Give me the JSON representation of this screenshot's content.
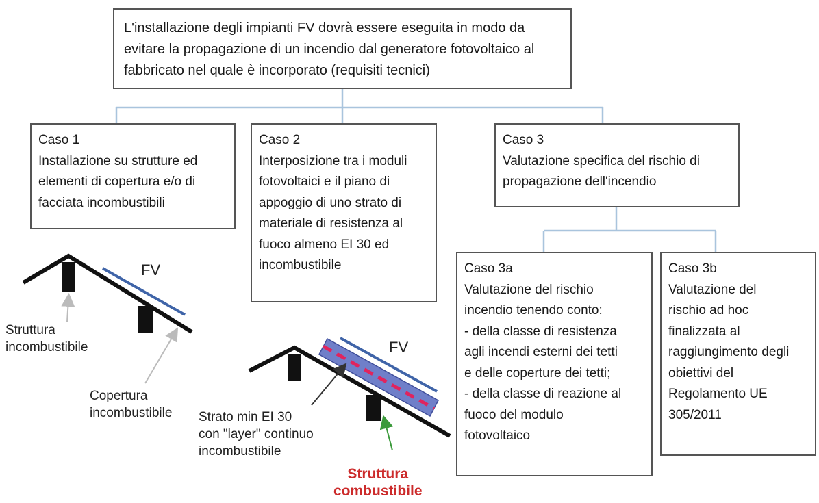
{
  "top_box": {
    "lines": [
      "L'installazione degli impianti FV dovrà essere eseguita in modo da",
      "evitare la propagazione di un incendio dal generatore fotovoltaico al",
      "fabbricato nel quale è incorporato (requisiti tecnici)"
    ]
  },
  "caso1": {
    "title": "Caso 1",
    "lines": [
      "Installazione su strutture ed",
      "elementi di copertura e/o di",
      "facciata incombustibili"
    ]
  },
  "caso2": {
    "title": "Caso 2",
    "lines": [
      "Interposizione tra i moduli",
      "fotovoltaici e il piano di",
      "appoggio di uno strato di",
      "materiale di resistenza al",
      "fuoco almeno EI 30  ed",
      "incombustibile"
    ]
  },
  "caso3": {
    "title": "Caso 3",
    "lines": [
      "Valutazione specifica del rischio  di",
      "propagazione dell'incendio"
    ]
  },
  "caso3a": {
    "title": "Caso 3a",
    "lines": [
      "Valutazione del rischio",
      "incendio tenendo conto:",
      "- della classe di resistenza",
      "agli incendi esterni dei tetti",
      "e delle coperture dei tetti;",
      "- della classe di reazione al",
      "fuoco del modulo",
      "fotovoltaico"
    ]
  },
  "caso3b": {
    "title": "Caso 3b",
    "lines": [
      "Valutazione del",
      "rischio ad hoc",
      "finalizzata al",
      "raggiungimento degli",
      "obiettivi del",
      "Regolamento UE",
      "305/2011"
    ]
  },
  "left_drawing": {
    "fv_label": "FV",
    "struttura_lines": [
      "Struttura",
      "incombustibile"
    ],
    "copertura_lines": [
      "Copertura",
      "incombustibile"
    ]
  },
  "right_drawing": {
    "fv_label": "FV",
    "strato_lines": [
      "Strato min EI 30",
      "con \"layer\" continuo",
      "incombustibile"
    ],
    "combustibile_lines": [
      "Struttura",
      "combustibile"
    ]
  },
  "colors": {
    "connector": "#a9c4dd",
    "panel_blue": "#3f64a8",
    "layer_fill": "#6f7fc9",
    "layer_dash": "#e0245e",
    "red_text": "#cc2b2b",
    "green_arrow": "#3a9a3a"
  }
}
